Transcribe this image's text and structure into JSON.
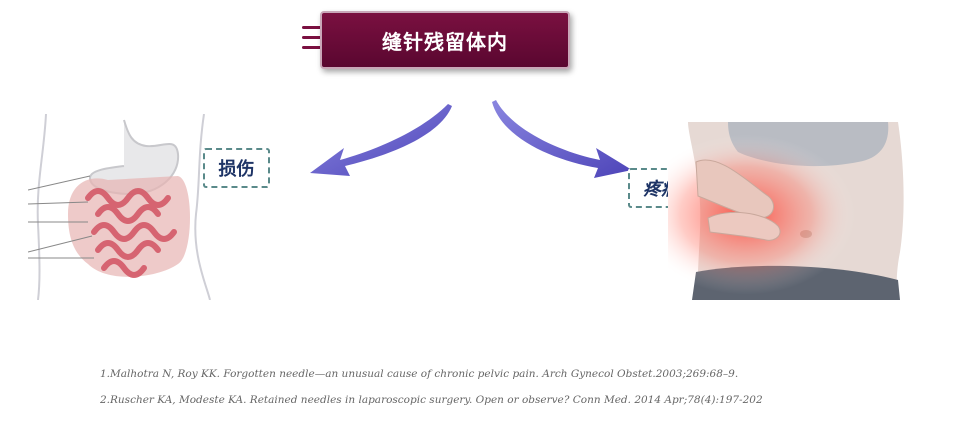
{
  "diagram": {
    "title": "缝针残留体内",
    "left_label": "损伤",
    "right_label": "疼痛",
    "left_image": "intestine-illustration",
    "right_image": "abdominal-pain-photo",
    "arrow_color": "#6a62c8"
  },
  "references": [
    "1.Malhotra N, Roy KK. Forgotten needle—an unusual cause of chronic pelvic pain. Arch Gynecol Obstet.2003;269:68–9.",
    "2.Ruscher KA, Modeste KA. Retained needles in laparoscopic surgery. Open or observe? Conn Med. 2014 Apr;78(4):197-202"
  ]
}
